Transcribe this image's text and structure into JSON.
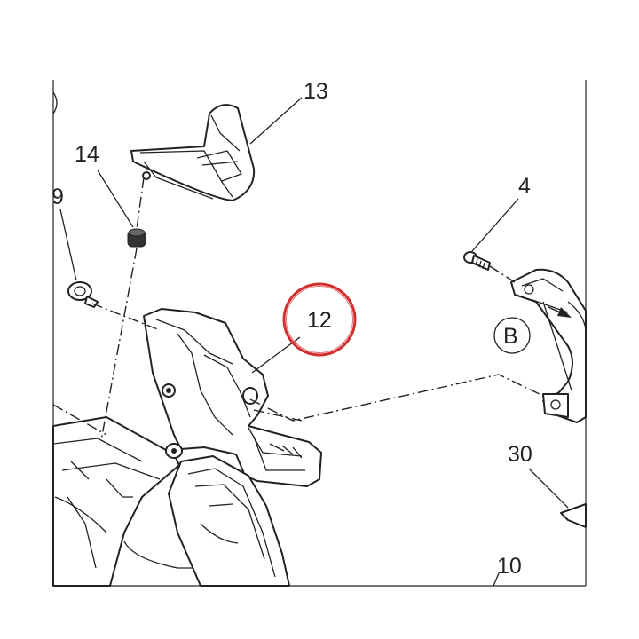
{
  "callouts": {
    "c13": "13",
    "c14": "14",
    "c9": "9",
    "c4": "4",
    "c12": "12",
    "cB": "B",
    "c30": "30",
    "c10": "10"
  },
  "highlight": {
    "target": "12",
    "color": "#d32f2f"
  },
  "colors": {
    "ink": "#222222",
    "background": "#ffffff"
  }
}
